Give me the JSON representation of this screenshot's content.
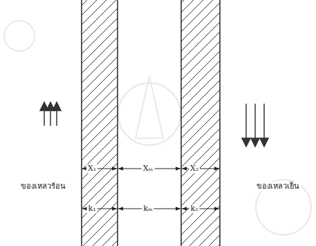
{
  "diagram": {
    "labels": [
      "ของเหลวร้อน",
      "ของเหลวเย็น",
      "X₁",
      "Xₘ",
      "X₂",
      "k₁",
      "kₘ",
      "k₂"
    ]
  }
}
